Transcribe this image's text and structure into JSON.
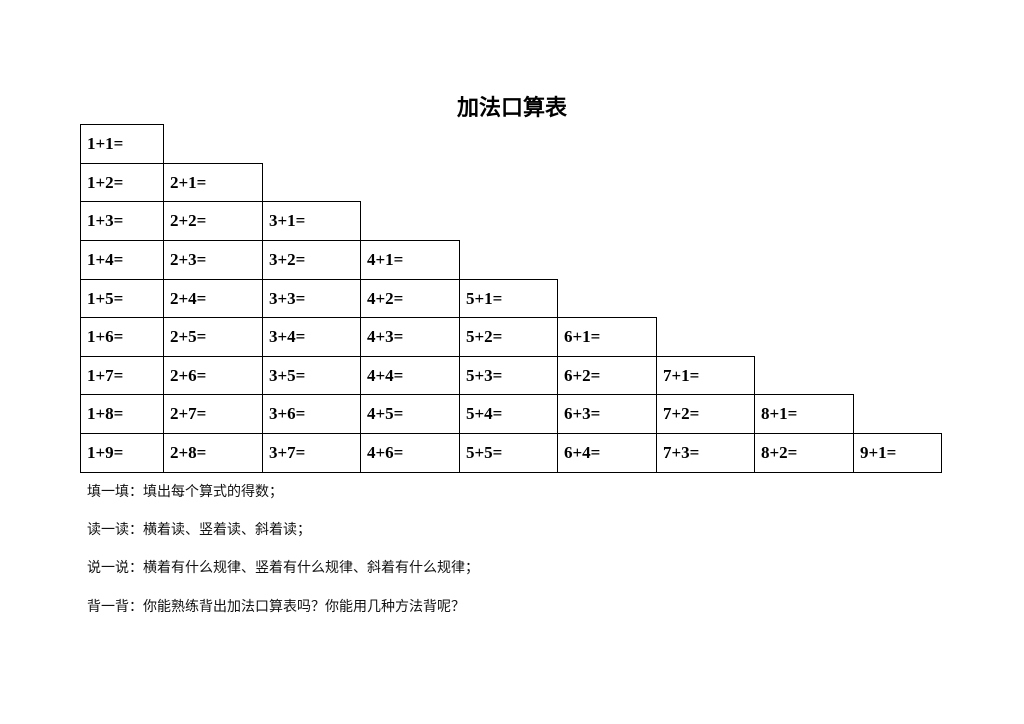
{
  "title": "加法口算表",
  "table_rows": [
    [
      "1+1="
    ],
    [
      "1+2=",
      "2+1="
    ],
    [
      "1+3=",
      "2+2=",
      "3+1="
    ],
    [
      "1+4=",
      "2+3=",
      "3+2=",
      "4+1="
    ],
    [
      "1+5=",
      "2+4=",
      "3+3=",
      "4+2=",
      "5+1="
    ],
    [
      "1+6=",
      "2+5=",
      "3+4=",
      "4+3=",
      "5+2=",
      "6+1="
    ],
    [
      "1+7=",
      "2+6=",
      "3+5=",
      "4+4=",
      "5+3=",
      "6+2=",
      "7+1="
    ],
    [
      "1+8=",
      "2+7=",
      "3+6=",
      "4+5=",
      "5+4=",
      "6+3=",
      "7+2=",
      "8+1="
    ],
    [
      "1+9=",
      "2+8=",
      "3+7=",
      "4+6=",
      "5+5=",
      "6+4=",
      "7+3=",
      "8+2=",
      "9+1="
    ]
  ],
  "instructions": [
    "填一填：填出每个算式的得数；",
    "读一读：横着读、竖着读、斜着读；",
    "说一说：横着有什么规律、竖着有什么规律、斜着有什么规律；",
    "背一背：你能熟练背出加法口算表吗？你能用几种方法背呢？"
  ]
}
